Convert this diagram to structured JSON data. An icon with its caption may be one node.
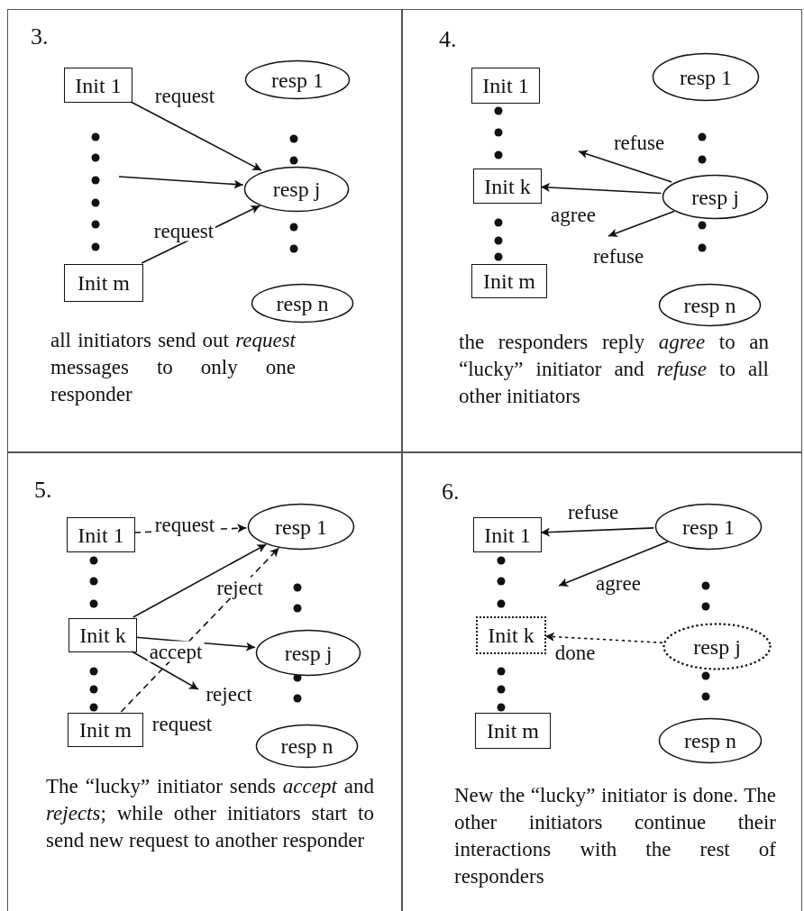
{
  "diagram": {
    "nodes": [
      {
        "text": [
          "3.",
          "all initiators send out *request* messages to only one responder"
        ]
      },
      {
        "text": [
          "Init 1"
        ],
        "in": 0
      },
      {
        "text": [
          "Init m"
        ],
        "in": 0
      },
      {
        "text": [
          "resp 1"
        ],
        "in": 0
      },
      {
        "text": [
          "resp j"
        ],
        "in": 0
      },
      {
        "text": [
          "resp n"
        ],
        "in": 0
      },
      {
        "text": [
          "4.",
          "the responders reply *agree* to an “lucky” initiator and *refuse* to all other initiators"
        ]
      },
      {
        "text": [
          "Init 1"
        ],
        "in": 6
      },
      {
        "text": [
          "Init k"
        ],
        "in": 6
      },
      {
        "text": [
          "Init m"
        ],
        "in": 6
      },
      {
        "text": [
          "resp 1"
        ],
        "in": 6
      },
      {
        "text": [
          "resp j"
        ],
        "in": 6
      },
      {
        "text": [
          "resp n"
        ],
        "in": 6
      },
      {
        "text": [
          "5.",
          "The “lucky” initiator sends *accept* and *rejects*; while other initiators start to send new request to another responder"
        ]
      },
      {
        "text": [
          "Init 1"
        ],
        "in": 13
      },
      {
        "text": [
          "Init k"
        ],
        "in": 13
      },
      {
        "text": [
          "Init m"
        ],
        "in": 13
      },
      {
        "text": [
          "resp 1"
        ],
        "in": 13
      },
      {
        "text": [
          "resp j"
        ],
        "in": 13
      },
      {
        "text": [
          "resp n"
        ],
        "in": 13
      },
      {
        "text": [
          "6.",
          "New the “lucky” initiator is done. The other initiators continue their interactions with the rest of responders"
        ]
      },
      {
        "text": [
          "Init 1"
        ],
        "in": 20
      },
      {
        "text": [
          "Init k"
        ],
        "in": 20
      },
      {
        "text": [
          "Init m"
        ],
        "in": 20
      },
      {
        "text": [
          "resp 1"
        ],
        "in": 20
      },
      {
        "text": [
          "resp j"
        ],
        "in": 20
      },
      {
        "text": [
          "resp n"
        ],
        "in": 20
      }
    ],
    "edges": [
      {
        "from": 1,
        "to": 4,
        "arrow": "to",
        "label": "request"
      },
      {
        "from": null,
        "to": 4,
        "arrow": "to"
      },
      {
        "from": 2,
        "to": 4,
        "arrow": "to",
        "label": "request"
      },
      {
        "from": 11,
        "to": null,
        "arrow": "to",
        "label": "refuse"
      },
      {
        "from": 11,
        "to": 8,
        "arrow": "to",
        "label": "agree"
      },
      {
        "from": 11,
        "to": null,
        "arrow": "to",
        "label": "refuse"
      },
      {
        "from": 14,
        "to": 17,
        "arrow": "to",
        "label": "request",
        "style": "dashed"
      },
      {
        "from": 15,
        "to": 17,
        "arrow": "to",
        "label": "reject"
      },
      {
        "from": 15,
        "to": 18,
        "arrow": "to",
        "label": "accept"
      },
      {
        "from": 15,
        "to": null,
        "arrow": "to",
        "label": "reject"
      },
      {
        "from": 16,
        "to": 17,
        "arrow": "to",
        "label": "request",
        "style": "dashed"
      },
      {
        "from": 24,
        "to": 21,
        "arrow": "to",
        "label": "refuse"
      },
      {
        "from": 24,
        "to": null,
        "arrow": "to",
        "label": "agree"
      },
      {
        "from": 25,
        "to": 22,
        "arrow": "to",
        "label": "done",
        "style": "dashed"
      }
    ]
  }
}
